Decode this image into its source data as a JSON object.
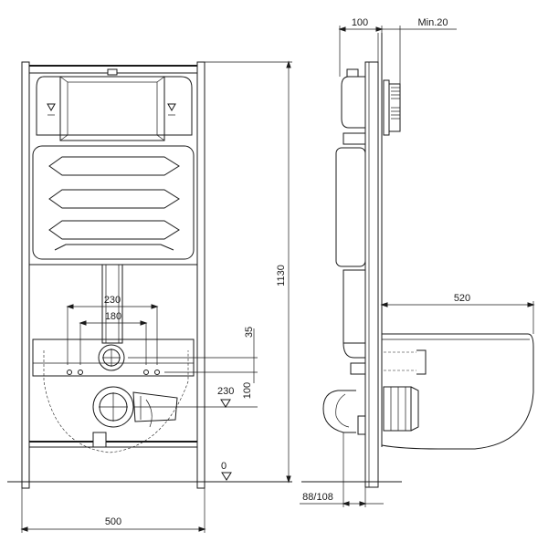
{
  "drawing": {
    "front_view": {
      "height_dim": "1130",
      "width_dim": "500",
      "outer_fix_dim": "230",
      "inner_fix_dim": "180",
      "upper_offset_dim": "35",
      "lower_offset_dim": "100",
      "drain_height_dim": "230",
      "floor_level": "0"
    },
    "side_view": {
      "depth_dim": "100",
      "min_dim": "Min.20",
      "bowl_length_dim": "520",
      "drain_dim": "88/108"
    }
  }
}
